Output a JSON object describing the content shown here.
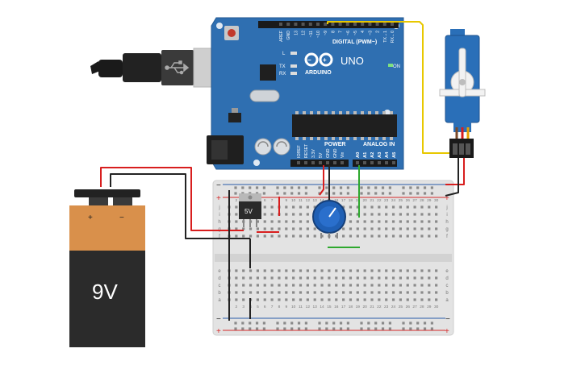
{
  "colors": {
    "arduino": "#2f6fb1",
    "arduino_dark": "#245a92",
    "breadboard": "#e3e3e3",
    "rail_red": "#d62828",
    "rail_blue": "#2a5ba8",
    "wire_red": "#d81e1e",
    "wire_black": "#222222",
    "wire_green": "#2ea82e",
    "wire_yellow": "#e8c800",
    "servo": "#2a6fb8",
    "battery_orange": "#d9904b",
    "battery_black": "#2b2b2b"
  },
  "arduino": {
    "model": "UNO",
    "brand": "ARDUINO",
    "digital_label": "DIGITAL (PWM~)",
    "power_label": "POWER",
    "analog_label": "ANALOG IN",
    "on_label": "ON",
    "led_l": "L",
    "led_tx": "TX",
    "led_rx": "RX",
    "top_pins": [
      "AREF",
      "GND",
      "13",
      "12",
      "~11",
      "~10",
      "~9",
      "8",
      "7",
      "~6",
      "~5",
      "4",
      "~3",
      "2",
      "TX→1",
      "RX←0"
    ],
    "power_pins": [
      "IOREF",
      "RESET",
      "3.3V",
      "5V",
      "GND",
      "GND",
      "Vin"
    ],
    "analog_pins": [
      "A0",
      "A1",
      "A2",
      "A3",
      "A4",
      "A5"
    ]
  },
  "regulator": {
    "label": "5V"
  },
  "battery": {
    "label": "9V",
    "plus": "+",
    "minus": "−"
  },
  "breadboard": {
    "row_letters_top": [
      "j",
      "i",
      "h",
      "g",
      "f"
    ],
    "row_letters_bottom": [
      "e",
      "d",
      "c",
      "b",
      "a"
    ],
    "column_numbers": [
      "1",
      "2",
      "3",
      "4",
      "5",
      "6",
      "7",
      "8",
      "9",
      "10",
      "11",
      "12",
      "13",
      "14",
      "15",
      "16",
      "17",
      "18",
      "19",
      "20",
      "21",
      "22",
      "23",
      "24",
      "25",
      "26",
      "27",
      "28",
      "29",
      "30"
    ],
    "rail_plus": "+",
    "rail_minus": "−"
  },
  "usb": {
    "icon": "usb-icon"
  }
}
